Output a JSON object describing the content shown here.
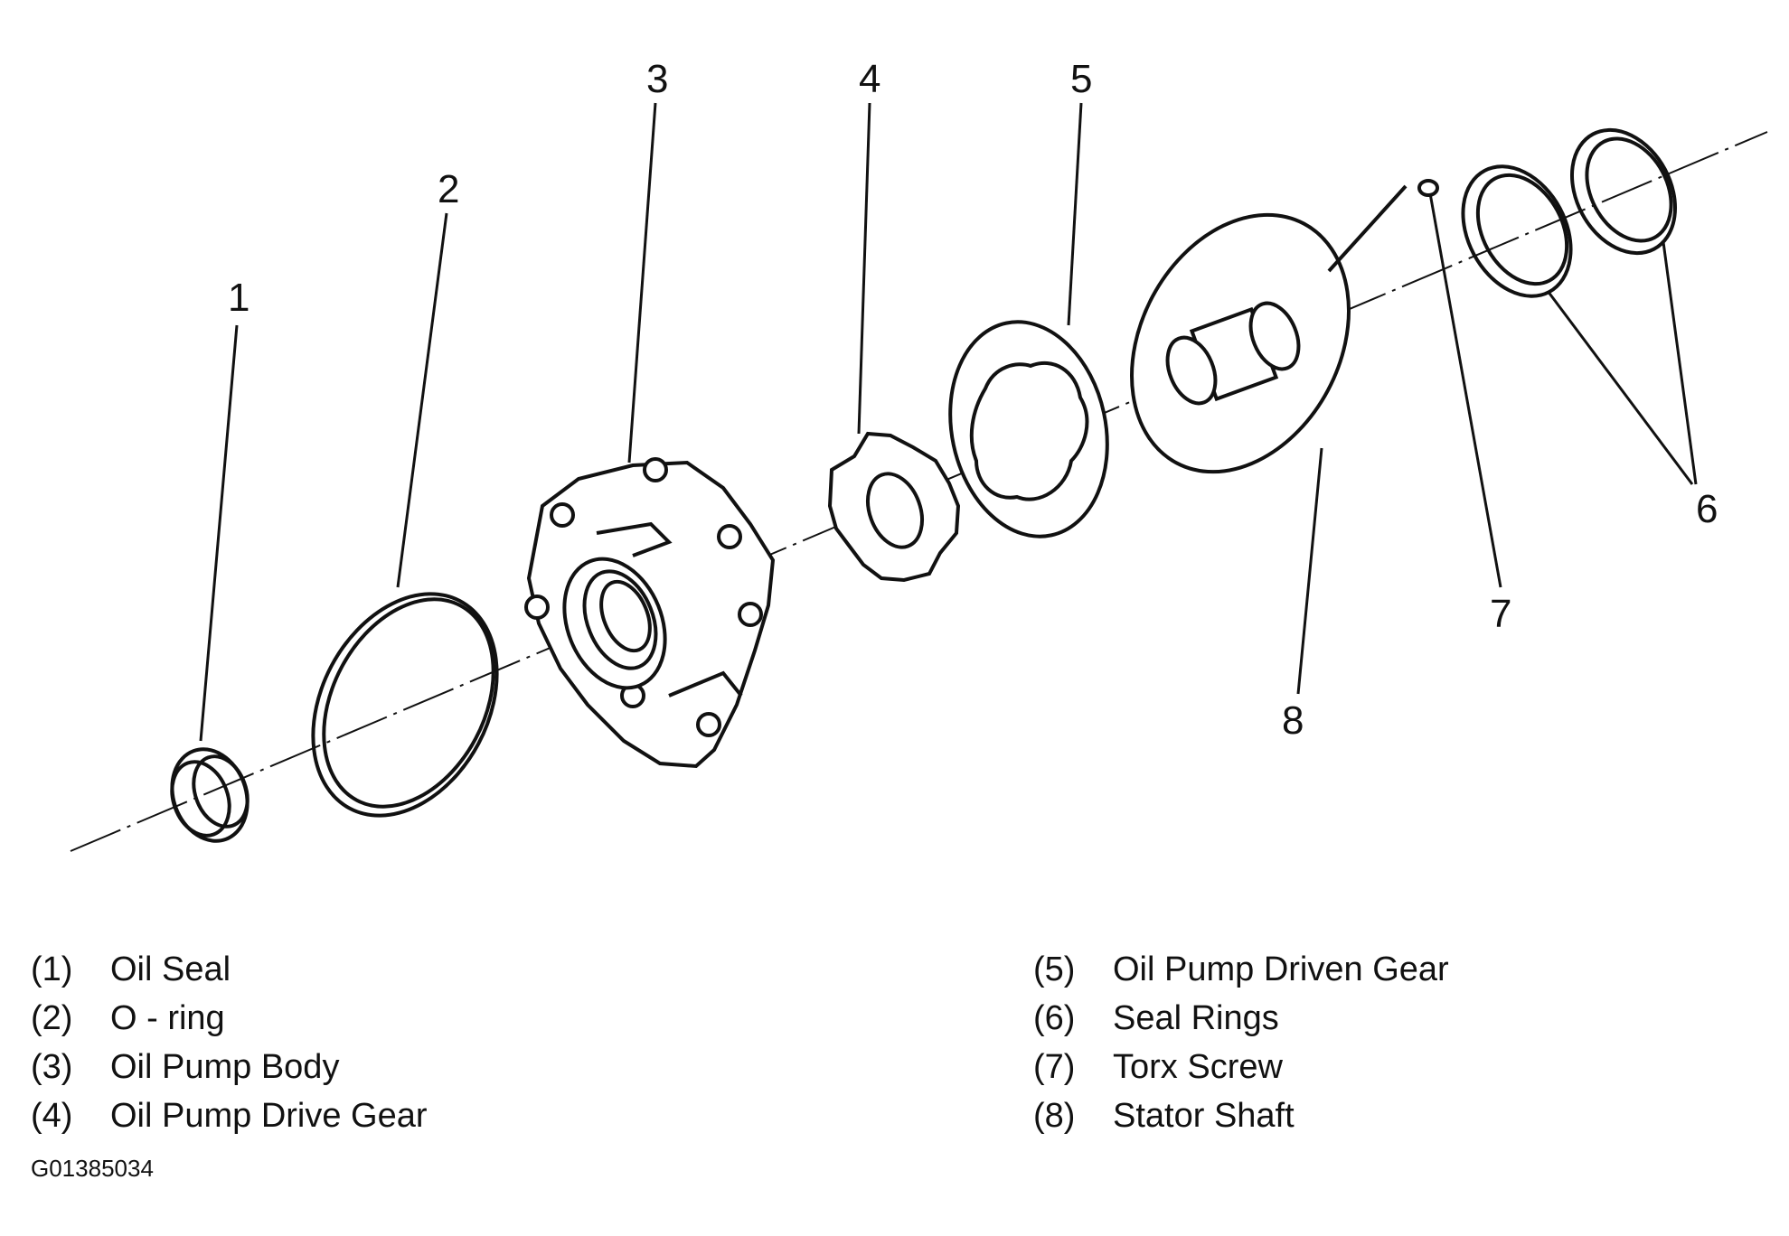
{
  "callouts": [
    "1",
    "2",
    "3",
    "4",
    "5",
    "6",
    "7",
    "8"
  ],
  "legend_left": [
    {
      "num": "(1)",
      "label": "Oil Seal"
    },
    {
      "num": "(2)",
      "label": "O - ring"
    },
    {
      "num": "(3)",
      "label": "Oil Pump Body"
    },
    {
      "num": "(4)",
      "label": "Oil Pump Drive Gear"
    }
  ],
  "legend_right": [
    {
      "num": "(5)",
      "label": "Oil Pump Driven Gear"
    },
    {
      "num": "(6)",
      "label": "Seal Rings"
    },
    {
      "num": "(7)",
      "label": "Torx Screw"
    },
    {
      "num": "(8)",
      "label": "Stator Shaft"
    }
  ],
  "figure_code": "G01385034",
  "colors": {
    "line": "#111111",
    "background": "#ffffff"
  }
}
